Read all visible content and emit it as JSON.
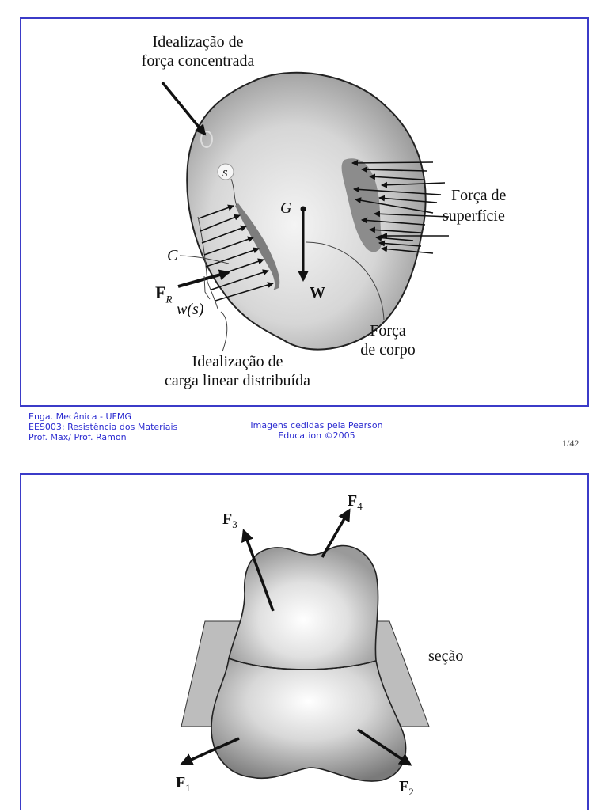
{
  "slide1": {
    "labels": {
      "concentrated_force": [
        "Idealização de",
        "força concentrada"
      ],
      "surface_force": [
        "Força de",
        "superfície"
      ],
      "body_force": [
        "Força",
        "de corpo"
      ],
      "distributed_load": [
        "Idealização de",
        "carga linear distribuída"
      ],
      "point_s": "s",
      "point_G": "G",
      "point_C": "C",
      "resultant": "F",
      "resultant_sub": "R",
      "weight": "W",
      "load_function": "w(s)"
    }
  },
  "footer": {
    "course_lines": [
      "Enga. Mecânica - UFMG",
      "EES003: Resistência dos Materiais",
      "Prof. Max/ Prof. Ramon"
    ],
    "credit_lines": [
      "Imagens cedidas pela Pearson",
      "Education ©2005"
    ],
    "page": "1/42"
  },
  "slide2": {
    "labels": {
      "section": "seção",
      "f1": "F",
      "f1_sub": "1",
      "f2": "F",
      "f2_sub": "2",
      "f3": "F",
      "f3_sub": "3",
      "f4": "F",
      "f4_sub": "4"
    }
  },
  "colors": {
    "frame_border": "#3b3bc8",
    "footer_text": "#2a2ad0"
  }
}
